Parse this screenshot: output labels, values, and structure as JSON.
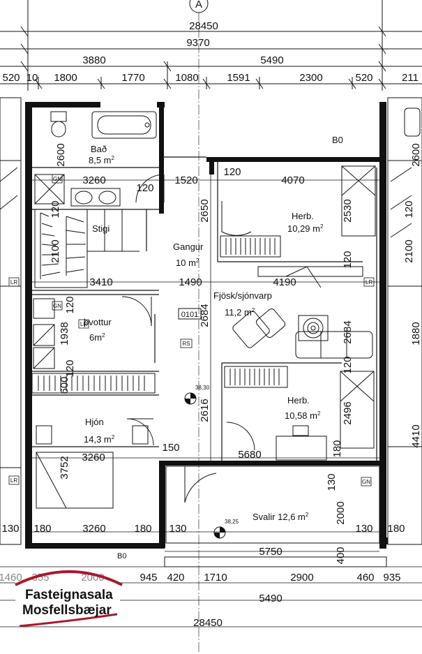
{
  "top_marker": "A",
  "dims": {
    "overall": "28450",
    "half": "9370",
    "left_block": "3880",
    "right_block": "5490",
    "row3": [
      "520",
      "10",
      "1800",
      "1770",
      "1080",
      "1591",
      "2300",
      "520",
      "211"
    ],
    "inner": {
      "d3260a": "3260",
      "d120a": "120",
      "d1520": "1520",
      "d120b": "120",
      "d4070": "4070",
      "d3410": "3410",
      "d1490": "1490",
      "d4190": "4190",
      "d5680": "5680",
      "d3260b": "3260",
      "d150": "150",
      "d130a": "130",
      "d180a": "180",
      "d3260c": "3260",
      "d180b": "180",
      "d130b": "130",
      "d130c": "130",
      "d180c": "180",
      "d5750": "5750",
      "v2600a": "2600",
      "v120a": "120",
      "v2100": "2100",
      "v120b": "120",
      "v1938": "1938",
      "v120c": "120",
      "v600": "600",
      "v3752": "3752",
      "v2650": "2650",
      "v2684a": "2684",
      "v2616": "2616",
      "v2530": "2530",
      "v120d": "120",
      "v2684b": "2684",
      "v120e": "120",
      "v2496": "2496",
      "v180": "180",
      "v130": "130",
      "v2000": "2000",
      "v400": "400",
      "v2600b": "2600",
      "v120f": "120",
      "v2100b": "2100",
      "v1880": "1880",
      "v4410": "4410"
    },
    "bottom_row": [
      "1460",
      "355",
      "2000",
      "945",
      "420",
      "1710",
      "2900",
      "460",
      "935"
    ],
    "bottom_right": "5490",
    "bottom_overall": "28450"
  },
  "rooms": {
    "bad": {
      "name": "Bað",
      "area": "8,5 m",
      "sup": "2"
    },
    "stigi": {
      "name": "Stigi"
    },
    "gangur": {
      "name": "Gangur",
      "area": "10 m",
      "sup": "2"
    },
    "herb1": {
      "name": "Herb.",
      "area": "10,29 m",
      "sup": "2"
    },
    "fjosk": {
      "name": "Fjösk/sjónvarp",
      "area": "11,2 m",
      "sup": "2"
    },
    "thvottur": {
      "name": "þvottur",
      "area": "6m",
      "sup": "2"
    },
    "hjon": {
      "name": "Hjón",
      "area": "14,3 m",
      "sup": "2"
    },
    "herb2": {
      "name": "Herb.",
      "area": "10,58 m",
      "sup": "2"
    },
    "svalir": {
      "name": "Svalir 12,6 m",
      "sup": "2"
    }
  },
  "tags": {
    "b0_top": "B0",
    "b0_bottom": "B0",
    "lr1": "LR",
    "lr2": "LR",
    "lr3": "LR",
    "lr4": "LR",
    "gn1": "GN",
    "gn2": "GN",
    "gn3": "GN",
    "rs": "RS",
    "room_no": "0101"
  },
  "levels": {
    "inside": "38,30",
    "balcony": "38,25"
  },
  "logo": {
    "line1": "Fasteignasala",
    "line2": "Mosfellsbæjar",
    "color": "#a6192e"
  }
}
